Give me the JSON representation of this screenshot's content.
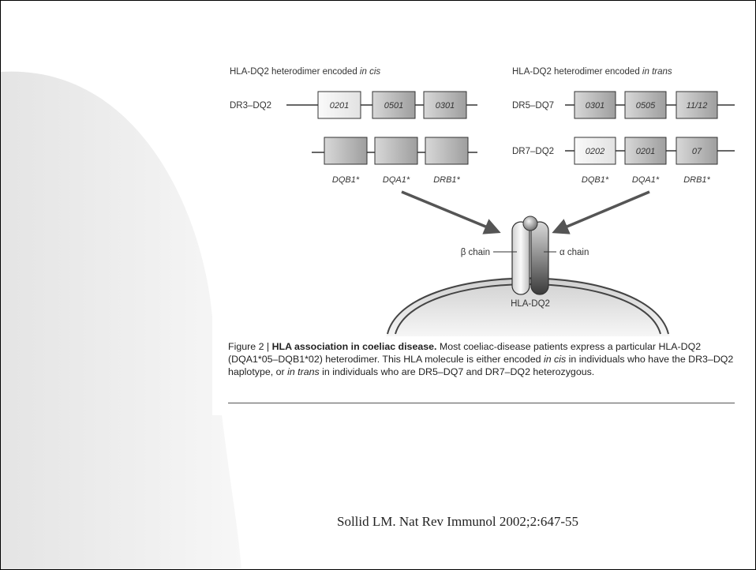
{
  "header": {
    "cis_prefix": "HLA-DQ2 heterodimer encoded ",
    "cis_emph": "in cis",
    "trans_prefix": "HLA-DQ2 heterodimer encoded ",
    "trans_emph": "in trans"
  },
  "haplotypes": {
    "cis_row1": {
      "label": "DR3–DQ2",
      "alleles": [
        "0201",
        "0501",
        "0301"
      ]
    },
    "cis_row2": {
      "label": "",
      "alleles": [
        "",
        "",
        ""
      ]
    },
    "trans_row1": {
      "label": "DR5–DQ7",
      "alleles": [
        "0301",
        "0505",
        "11/12"
      ]
    },
    "trans_row2": {
      "label": "DR7–DQ2",
      "alleles": [
        "0202",
        "0201",
        "07"
      ]
    }
  },
  "gene_labels": [
    "DQB1*",
    "DQA1*",
    "DRB1*"
  ],
  "molecule": {
    "beta_label": "β chain",
    "alpha_label": "α chain",
    "name": "HLA-DQ2"
  },
  "caption": {
    "prefix": "Figure 2 | ",
    "title": "HLA association in coeliac disease.",
    "text1": " Most coeliac-disease patients express a particular HLA-DQ2 (DQA1*05–DQB1*02) heterodimer. This HLA molecule is either encoded ",
    "emph1": "in cis",
    "text2": " in individuals who have the DR3–DQ2 haplotype, or ",
    "emph2": "in trans",
    "text3": " in individuals who are DR5–DQ7 and DR7–DQ2 heterozygous."
  },
  "citation": "Sollid LM. Nat Rev Immunol 2002;2:647-55",
  "colors": {
    "box_light": "#f0f0f0",
    "box_dark": "#a8a8a8",
    "arrow": "#555555",
    "alpha_chain": "#5a5a5a"
  }
}
